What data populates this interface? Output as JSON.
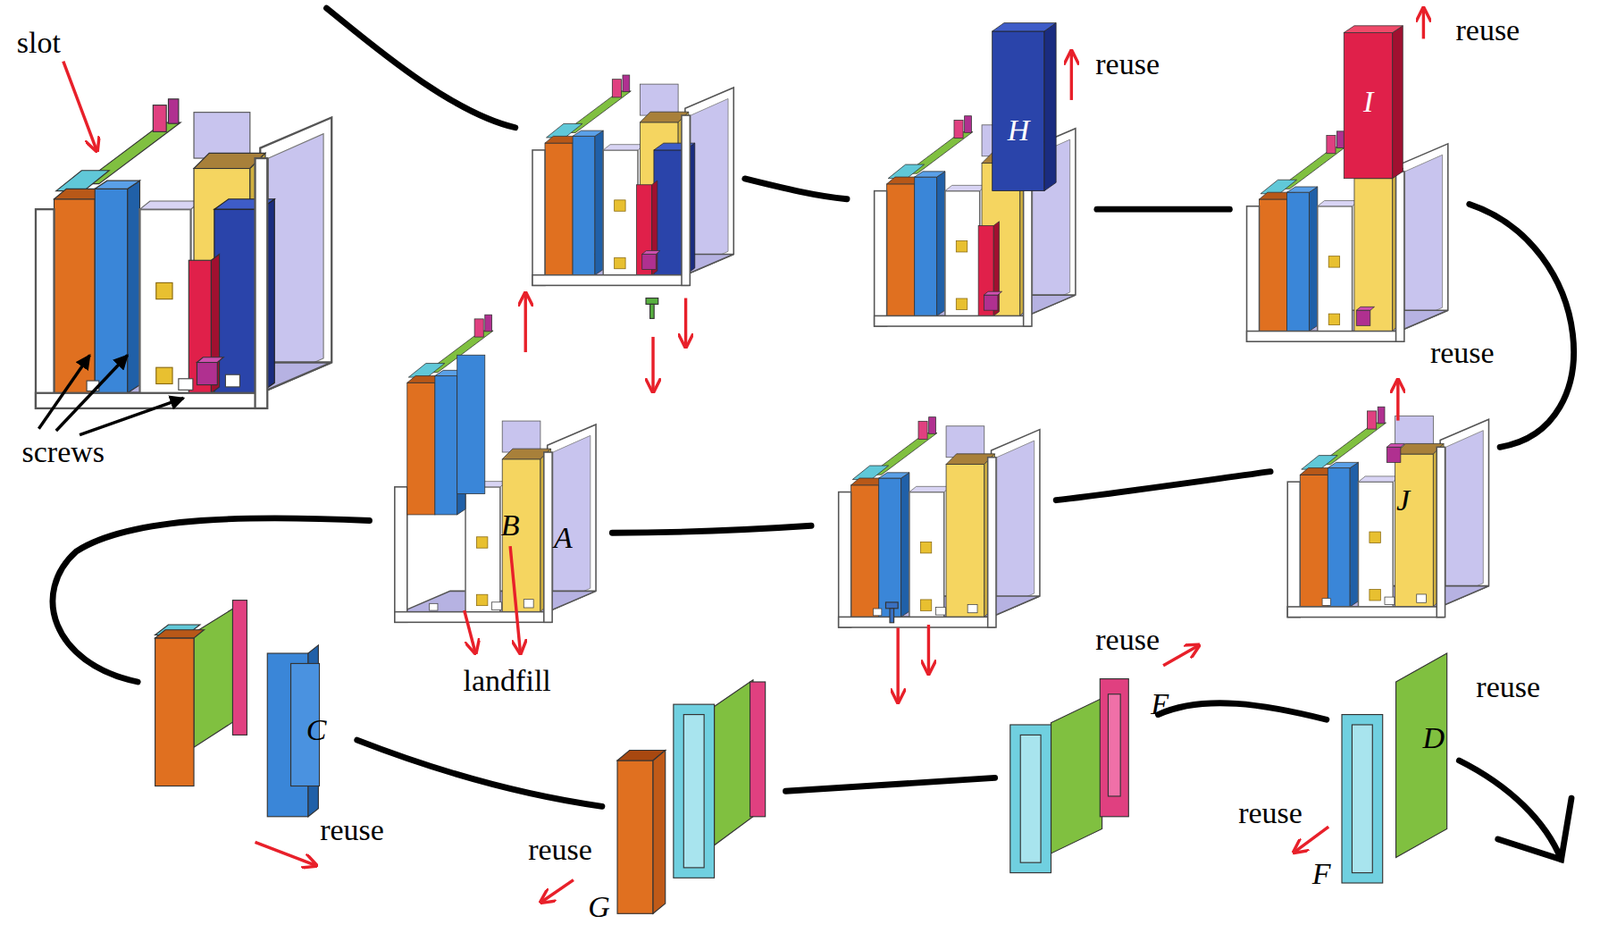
{
  "diagram": {
    "labels": [
      "slot",
      "screws",
      "reuse",
      "H",
      "reuse",
      "I",
      "reuse",
      "J",
      "B",
      "A",
      "landfill",
      "C",
      "reuse",
      "reuse",
      "E",
      "reuse",
      "D",
      "reuse",
      "F",
      "reuse",
      "G"
    ]
  }
}
